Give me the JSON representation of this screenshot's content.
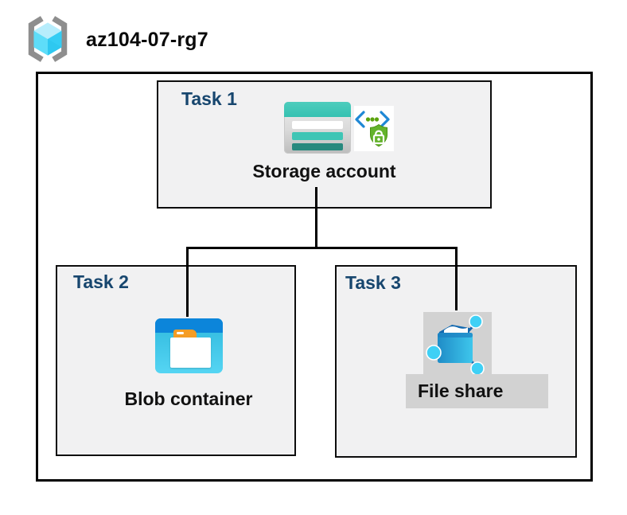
{
  "header": {
    "title": "az104-07-rg7"
  },
  "tasks": [
    {
      "label": "Task 1",
      "node_label": "Storage account"
    },
    {
      "label": "Task 2",
      "node_label": "Blob container"
    },
    {
      "label": "Task 3",
      "node_label": "File share"
    }
  ],
  "icons": {
    "resource_group": "azure-resource-group-icon",
    "storage_account": "storage-account-icon",
    "secure_access": "code-brackets-shield-lock-icon",
    "blob_container": "blob-container-folder-icon",
    "file_share": "file-share-network-folder-icon"
  },
  "colors": {
    "task_label_blue": "#17466E",
    "box_background": "#F1F1F2",
    "border_black": "#000000",
    "storage_teal": "#41C8B8",
    "storage_teal_dark": "#27897E",
    "blob_top_blue": "#0C85DA",
    "blob_body_cyan": "#3CC3E5",
    "folder_tab_orange": "#F59D25",
    "file_share_folder_blue": "#2196CF",
    "network_node_cyan": "#3FD0F5",
    "shield_green": "#64B32C",
    "bracket_blue": "#1E87D5",
    "cube_cyan": "#5EDDF9",
    "bracket_gray": "#8E8E8E",
    "backdrop_gray": "#D2D2D2"
  }
}
